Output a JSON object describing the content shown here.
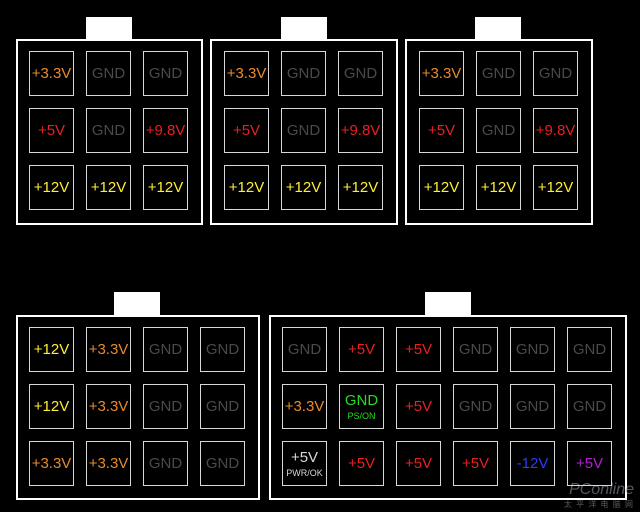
{
  "colors": {
    "v3_3": "#e88a2a",
    "v5": "#e82020",
    "v9_8": "#e82020",
    "v12": "#ffee33",
    "gnd": "#4a4a4a",
    "gnd_pson": "#22dd22",
    "v5_pwrok": "#d8d8d8",
    "neg12": "#2a3dff",
    "v5sb": "#b01fd0"
  },
  "connectors": [
    {
      "id": "six-pin-a",
      "cols": 3,
      "pins": [
        {
          "label": "+3.3V",
          "color": "v3_3"
        },
        {
          "label": "GND",
          "color": "gnd"
        },
        {
          "label": "GND",
          "color": "gnd"
        },
        {
          "label": "+5V",
          "color": "v5"
        },
        {
          "label": "GND",
          "color": "gnd"
        },
        {
          "label": "+9.8V",
          "color": "v9_8"
        },
        {
          "label": "+12V",
          "color": "v12"
        },
        {
          "label": "+12V",
          "color": "v12"
        },
        {
          "label": "+12V",
          "color": "v12"
        }
      ]
    },
    {
      "id": "six-pin-b",
      "cols": 3,
      "pins": [
        {
          "label": "+3.3V",
          "color": "v3_3"
        },
        {
          "label": "GND",
          "color": "gnd"
        },
        {
          "label": "GND",
          "color": "gnd"
        },
        {
          "label": "+5V",
          "color": "v5"
        },
        {
          "label": "GND",
          "color": "gnd"
        },
        {
          "label": "+9.8V",
          "color": "v9_8"
        },
        {
          "label": "+12V",
          "color": "v12"
        },
        {
          "label": "+12V",
          "color": "v12"
        },
        {
          "label": "+12V",
          "color": "v12"
        }
      ]
    },
    {
      "id": "six-pin-c",
      "cols": 3,
      "pins": [
        {
          "label": "+3.3V",
          "color": "v3_3"
        },
        {
          "label": "GND",
          "color": "gnd"
        },
        {
          "label": "GND",
          "color": "gnd"
        },
        {
          "label": "+5V",
          "color": "v5"
        },
        {
          "label": "GND",
          "color": "gnd"
        },
        {
          "label": "+9.8V",
          "color": "v9_8"
        },
        {
          "label": "+12V",
          "color": "v12"
        },
        {
          "label": "+12V",
          "color": "v12"
        },
        {
          "label": "+12V",
          "color": "v12"
        }
      ]
    },
    {
      "id": "twelve-pin",
      "cols": 4,
      "pins": [
        {
          "label": "+12V",
          "color": "v12"
        },
        {
          "label": "+3.3V",
          "color": "v3_3"
        },
        {
          "label": "GND",
          "color": "gnd"
        },
        {
          "label": "GND",
          "color": "gnd"
        },
        {
          "label": "+12V",
          "color": "v12"
        },
        {
          "label": "+3.3V",
          "color": "v3_3"
        },
        {
          "label": "GND",
          "color": "gnd"
        },
        {
          "label": "GND",
          "color": "gnd"
        },
        {
          "label": "+3.3V",
          "color": "v3_3"
        },
        {
          "label": "+3.3V",
          "color": "v3_3"
        },
        {
          "label": "GND",
          "color": "gnd"
        },
        {
          "label": "GND",
          "color": "gnd"
        }
      ]
    },
    {
      "id": "eighteen-pin",
      "cols": 6,
      "pins": [
        {
          "label": "GND",
          "color": "gnd"
        },
        {
          "label": "+5V",
          "color": "v5"
        },
        {
          "label": "+5V",
          "color": "v5"
        },
        {
          "label": "GND",
          "color": "gnd"
        },
        {
          "label": "GND",
          "color": "gnd"
        },
        {
          "label": "GND",
          "color": "gnd"
        },
        {
          "label": "+3.3V",
          "color": "v3_3"
        },
        {
          "label": "GND",
          "sub": "PS/ON",
          "color": "gnd_pson"
        },
        {
          "label": "+5V",
          "color": "v5"
        },
        {
          "label": "GND",
          "color": "gnd"
        },
        {
          "label": "GND",
          "color": "gnd"
        },
        {
          "label": "GND",
          "color": "gnd"
        },
        {
          "label": "+5V",
          "sub": "PWR/OK",
          "color": "v5_pwrok"
        },
        {
          "label": "+5V",
          "color": "v5"
        },
        {
          "label": "+5V",
          "color": "v5"
        },
        {
          "label": "+5V",
          "color": "v5"
        },
        {
          "label": "-12V",
          "color": "neg12"
        },
        {
          "label": "+5V",
          "color": "v5sb"
        }
      ]
    }
  ],
  "watermark": {
    "brand": "PConline",
    "sub": "太 平 洋 电 脑 网"
  }
}
